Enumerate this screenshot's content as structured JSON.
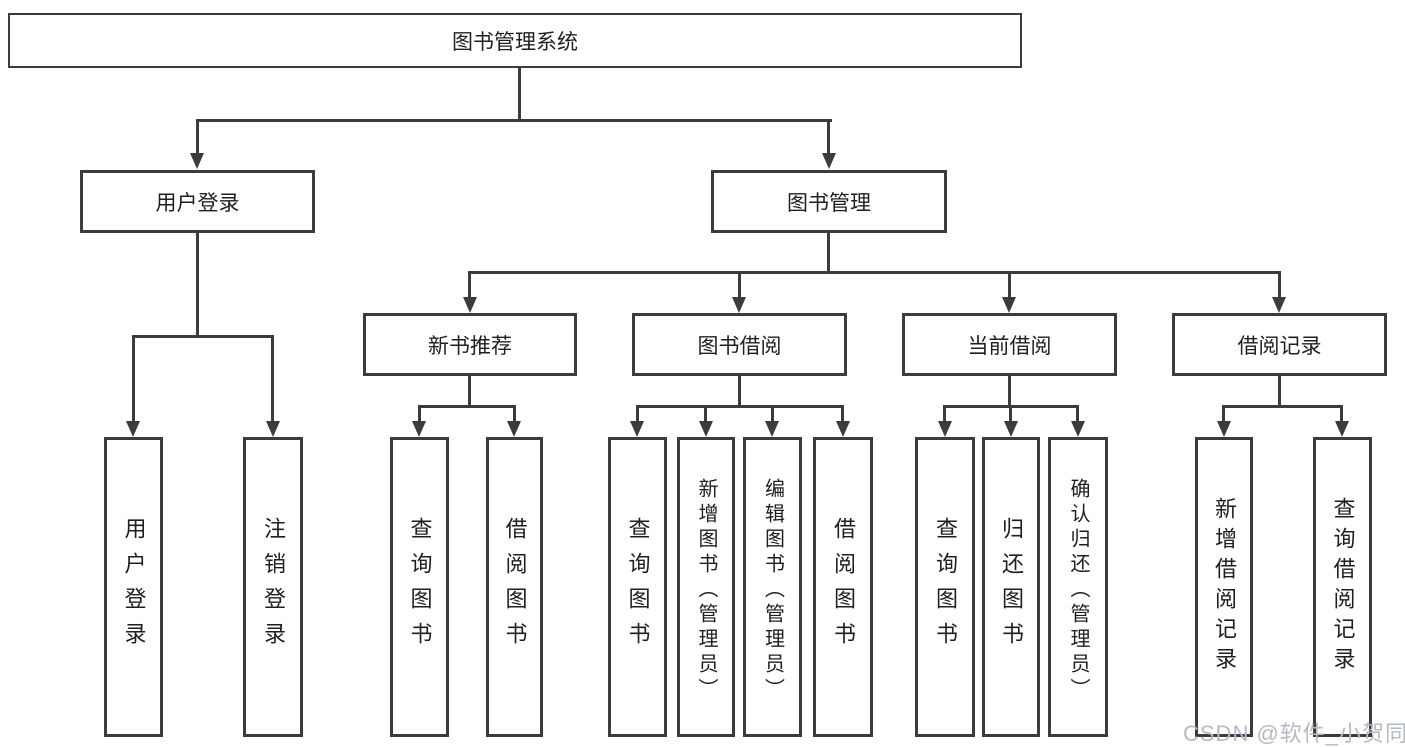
{
  "diagram": {
    "root": "图书管理系统",
    "branches": [
      {
        "label": "用户登录",
        "children": [
          "用户登录",
          "注销登录"
        ]
      },
      {
        "label": "图书管理",
        "groups": [
          {
            "label": "新书推荐",
            "children": [
              "查询图书",
              "借阅图书"
            ]
          },
          {
            "label": "图书借阅",
            "children": [
              "查询图书",
              "新增图书（管理员）",
              "编辑图书（管理员）",
              "借阅图书"
            ]
          },
          {
            "label": "当前借阅",
            "children": [
              "查询图书",
              "归还图书",
              "确认归还（管理员）"
            ]
          },
          {
            "label": "借阅记录",
            "children": [
              "新增借阅记录",
              "查询借阅记录"
            ]
          }
        ]
      }
    ]
  },
  "watermark": "CSDN @软件_小贺同学",
  "colors": {
    "line": "#3c3c3c",
    "text": "#1f1f1f",
    "watermark": "#b5bac4",
    "background": "#ffffff"
  }
}
